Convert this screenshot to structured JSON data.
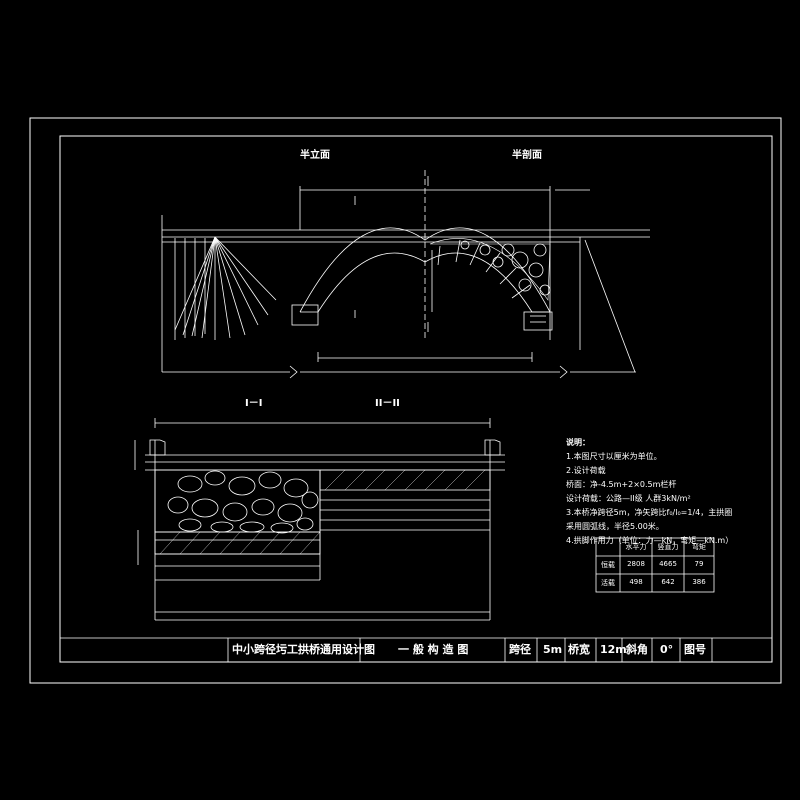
{
  "views": {
    "half_elevation": "半立面",
    "half_section": "半剖面",
    "section_1": "I－I",
    "section_2": "II－II"
  },
  "notes": {
    "title": "说明：",
    "lines": [
      "1.本图尺寸以厘米为单位。",
      "2.设计荷载",
      "  桥面：净-4.5m+2×0.5m栏杆",
      "  设计荷载：公路—II级  人群3kN/m²",
      "3.本桥净跨径5m，净矢跨比f₀/l₀=1/4，主拱圈",
      "  采用圆弧线，半径5.00米。",
      "4.拱脚作用力（单位：力—kN，弯矩—kN.m）"
    ]
  },
  "force_table": {
    "headers": [
      "",
      "水平力",
      "竖直力",
      "弯矩"
    ],
    "rows": [
      [
        "恒载",
        "2808",
        "4665",
        "79"
      ],
      [
        "活载",
        "498",
        "642",
        "386"
      ]
    ]
  },
  "title_block": {
    "project": "中小跨径圬工拱桥通用设计图",
    "drawing": "一 般 构 造 图",
    "span_label": "跨径",
    "span_value": "5m",
    "width_label": "桥宽",
    "width_value": "12m",
    "skew_label": "斜角",
    "skew_value": "0°",
    "number_label": "图号",
    "number_value": ""
  }
}
